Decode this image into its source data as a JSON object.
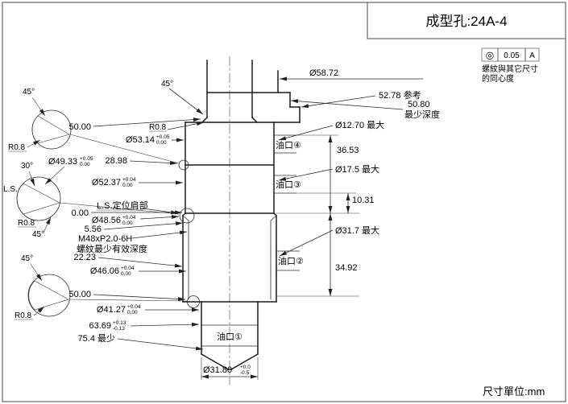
{
  "title_block": {
    "title": "成型孔:24A-4"
  },
  "tolerance_frame": {
    "symbol": "◎",
    "value": "0.05",
    "datum": "A",
    "note1": "螺紋與其它尺寸",
    "note2": "的同心度"
  },
  "footer": {
    "unit_label": "尺寸單位:mm"
  },
  "ports": {
    "p4": "油口④",
    "p3": "油口③",
    "p2": "油口②",
    "p1": "油口①"
  },
  "marks": {
    "deg45": "45°",
    "deg30": "30°",
    "ls": "L.S.",
    "r08": "R0.8"
  },
  "dims": {
    "dia_58_72": "Ø58.72",
    "ref_52_78": "52.78 参考",
    "min_depth_50_80": "50.80",
    "min_depth_note": "最少深度",
    "dia_12_70": "Ø12.70 最大",
    "len_36_53": "36.53",
    "dia_17_5": "Ø17.5 最大",
    "len_10_31": "10.31",
    "dia_31_7": "Ø31.7 最大",
    "len_34_92": "34.92",
    "len_50_00_top": "50.00",
    "dia_53_14": "Ø53.14",
    "dia_53_14_tol_hi": "+0.05",
    "dia_53_14_tol_lo": "0.00",
    "len_28_98": "28.98",
    "dia_49_33": "Ø49.33",
    "dia_49_33_tol_hi": "+0.05",
    "dia_49_33_tol_lo": "0.00",
    "dia_52_37": "Ø52.37",
    "dia_52_37_tol_hi": "+0.04",
    "dia_52_37_tol_lo": "0.00",
    "ls_shoulder_note": "L.S.定位肩部",
    "len_0_00": "0.00",
    "dia_48_56": "Ø48.56",
    "dia_48_56_tol_hi": "+0.04",
    "dia_48_56_tol_lo": "0.00",
    "len_5_56": "5.56",
    "thread_spec": "M48xP2.0-6H",
    "thread_depth_note": "螺紋最少有效深度",
    "len_22_23": "22.23",
    "dia_46_06": "Ø46.06",
    "dia_46_06_tol_hi": "+0.04",
    "dia_46_06_tol_lo": "0.00",
    "len_50_00_bottom": "50.00",
    "dia_41_27": "Ø41.27",
    "dia_41_27_tol_hi": "+0.04",
    "dia_41_27_tol_lo": "0.00",
    "len_63_69": "63.69",
    "len_63_69_tol_hi": "+0.13",
    "len_63_69_tol_lo": "-0.13",
    "len_75_4": "75.4 最少",
    "dia_31_80": "Ø31.80",
    "dia_31_80_tol_hi": "+0.0",
    "dia_31_80_tol_lo": "-0.5"
  }
}
